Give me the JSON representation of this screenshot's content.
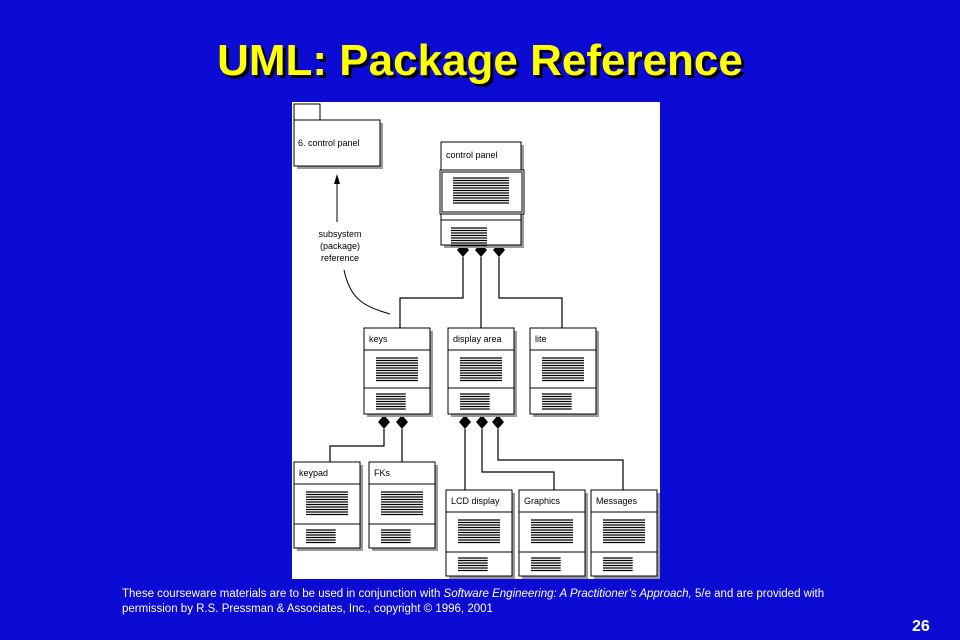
{
  "slide": {
    "title": "UML: Package Reference",
    "page_number": "26"
  },
  "diagram": {
    "annotation_lines": [
      "subsystem",
      "(package)",
      "reference"
    ],
    "packages": [
      {
        "id": "subsystem-ref",
        "label": "6. control panel"
      },
      {
        "id": "control-panel",
        "label": "control panel"
      },
      {
        "id": "keys",
        "label": "keys"
      },
      {
        "id": "display-area",
        "label": "display area"
      },
      {
        "id": "lite",
        "label": "lite"
      },
      {
        "id": "keypad",
        "label": "keypad"
      },
      {
        "id": "fks",
        "label": "FKs"
      },
      {
        "id": "lcd-display",
        "label": "LCD display"
      },
      {
        "id": "graphics",
        "label": "Graphics"
      },
      {
        "id": "messages",
        "label": "Messages"
      }
    ]
  },
  "footer": {
    "part1": "These courseware materials are to be used in conjunction with ",
    "book": "Software Engineering: A Practitioner’s Approach,",
    "part2": " 5/e and are provided with permission by R.S. Pressman & Associates, Inc., copyright © 1996, 2001"
  }
}
